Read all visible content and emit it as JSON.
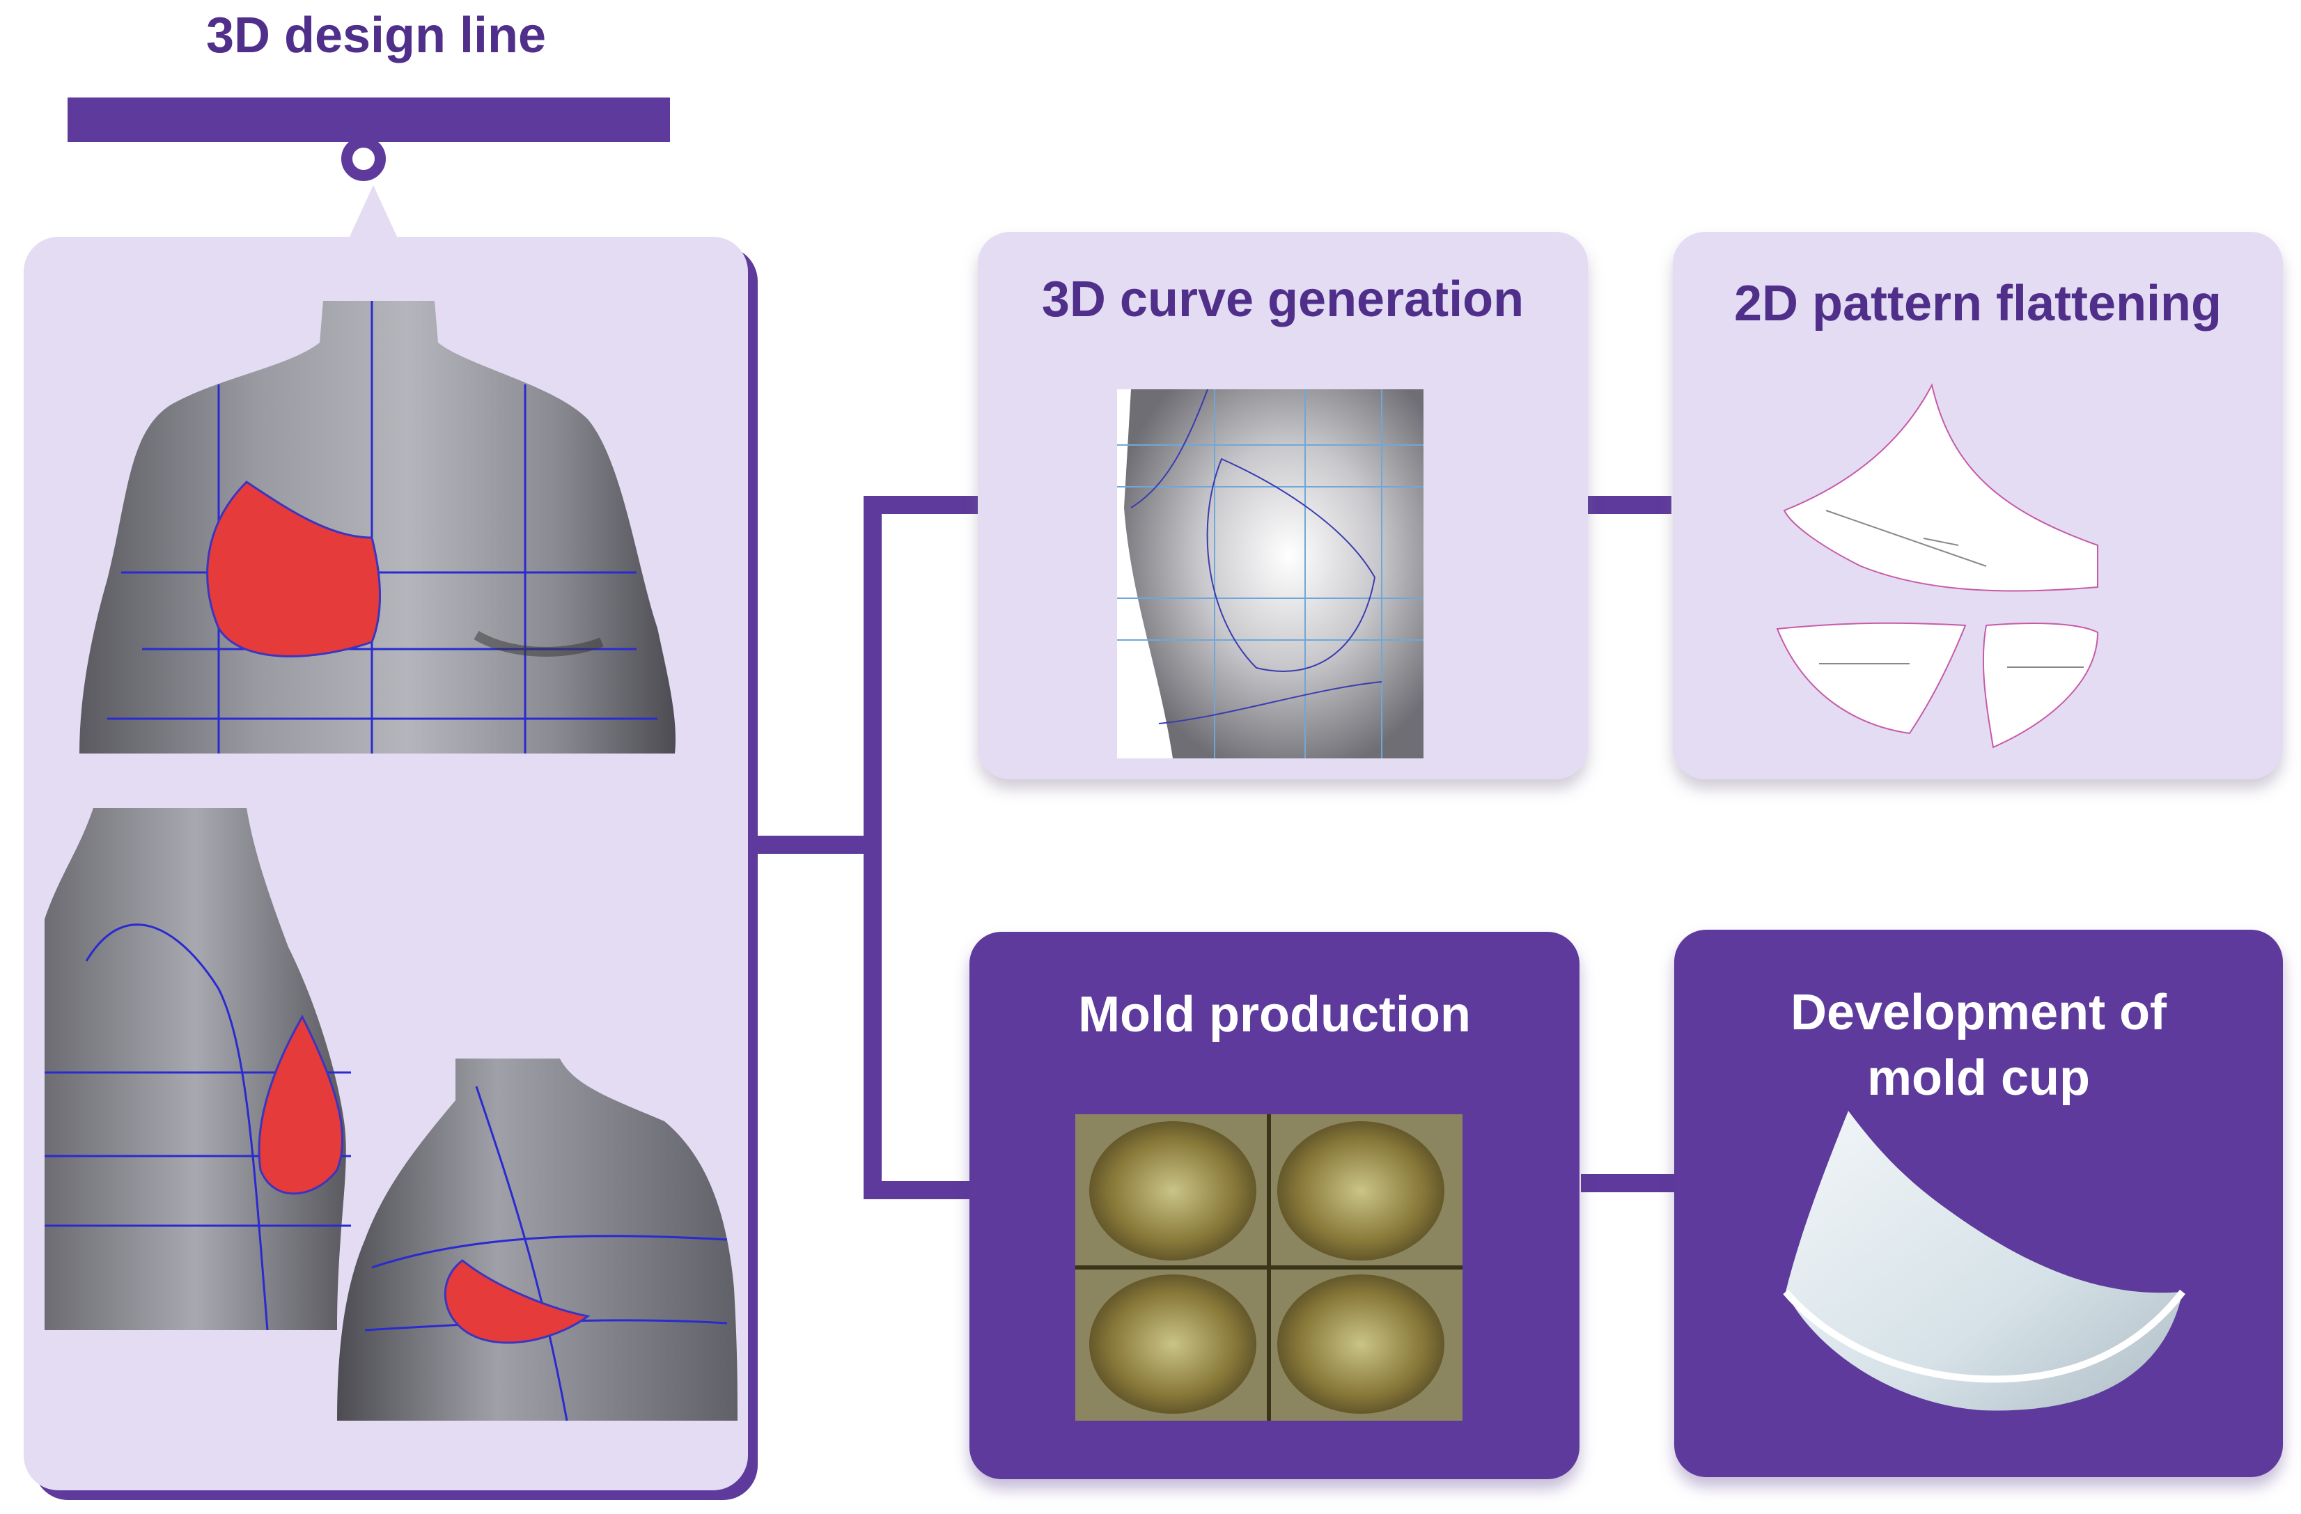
{
  "colors": {
    "accent": "#5d3a9b",
    "dark": "#4f2f8a",
    "light": "#e4dcf3",
    "red": "#e53b3b"
  },
  "header": {
    "title": "3D design line"
  },
  "cards": {
    "curve": {
      "title": "3D curve generation"
    },
    "flatten": {
      "title": "2D pattern flattening"
    },
    "mold": {
      "title": "Mold production"
    },
    "cup": {
      "title": "Development of\nmold cup"
    }
  }
}
